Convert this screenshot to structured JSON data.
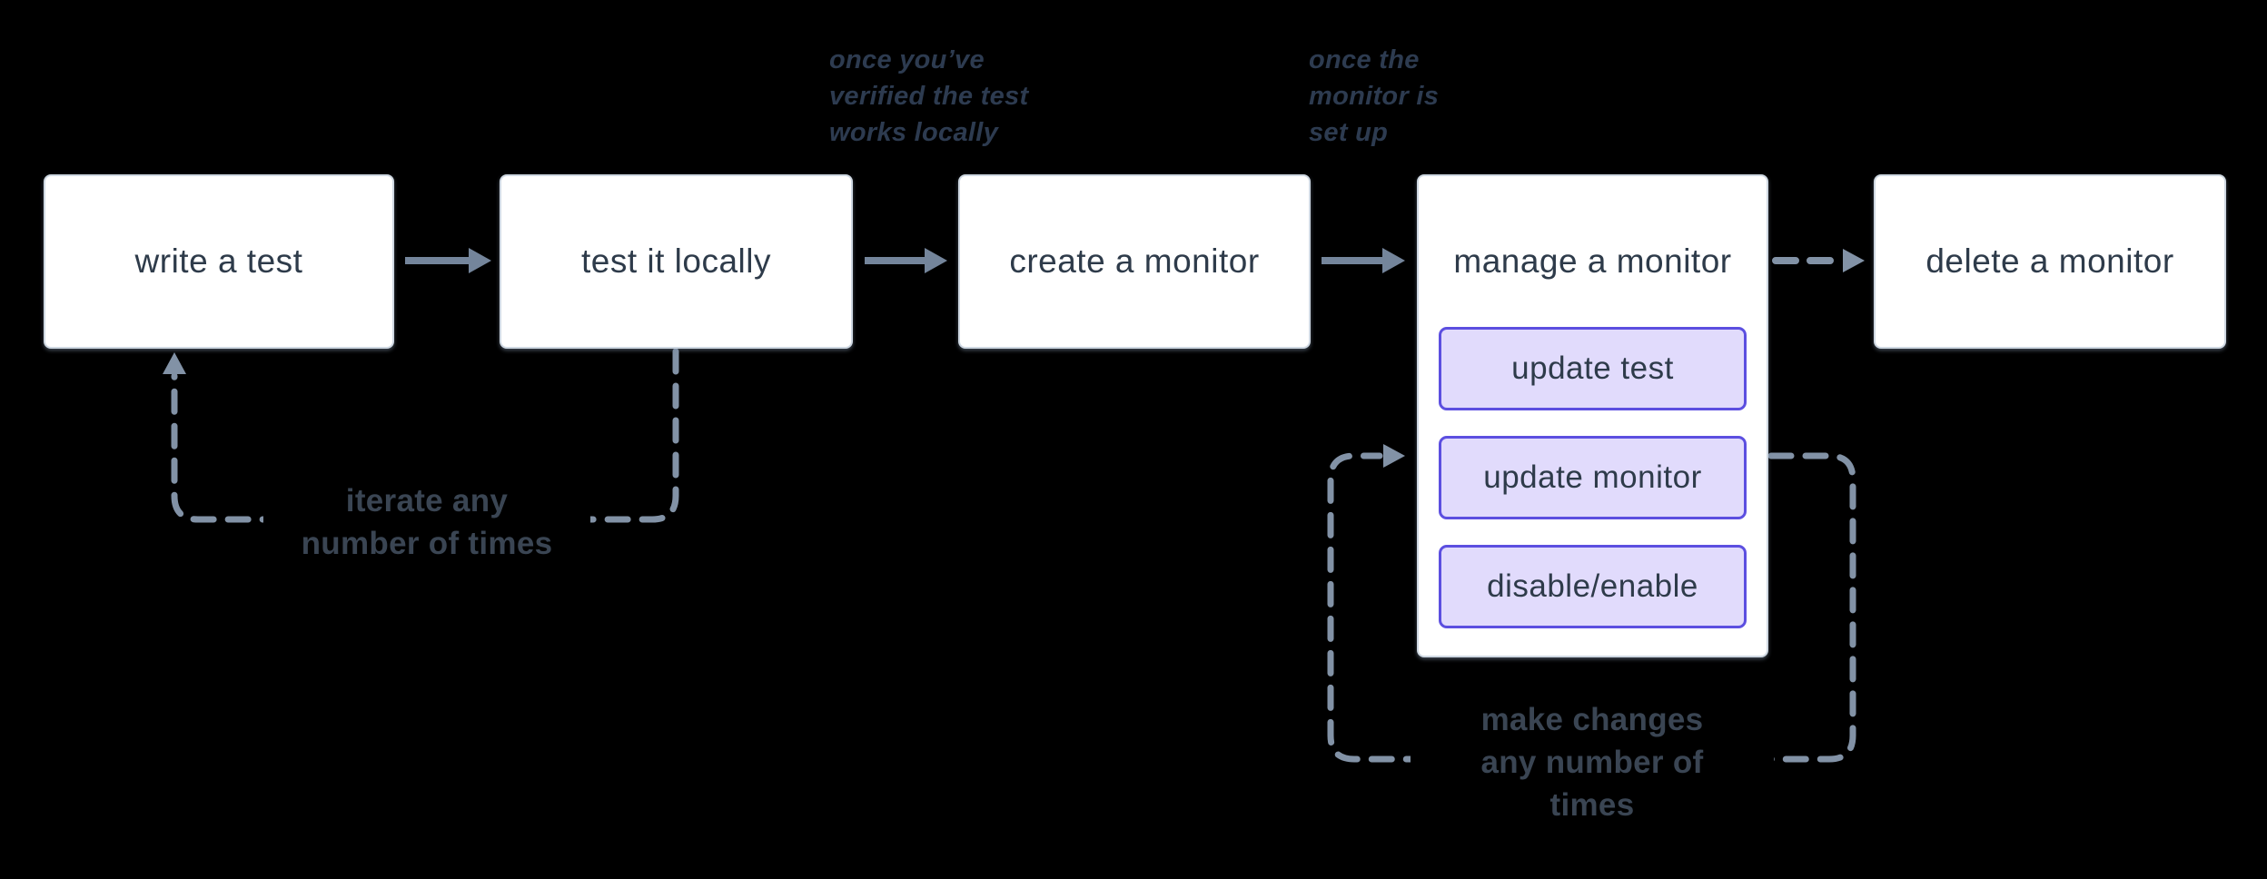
{
  "nodes": {
    "write_test": {
      "label": "write a test"
    },
    "test_locally": {
      "label": "test it locally"
    },
    "create_monitor": {
      "label": "create a monitor"
    },
    "manage_monitor": {
      "label": "manage a monitor",
      "actions": {
        "update_test": "update test",
        "update_monitor": "update monitor",
        "disable_enable": "disable/enable"
      }
    },
    "delete_monitor": {
      "label": "delete a monitor"
    }
  },
  "annotations": {
    "once_verified": {
      "lines": [
        "once you’ve",
        "verified the test",
        "works locally"
      ]
    },
    "once_setup": {
      "lines": [
        "once the",
        "monitor is",
        "set up"
      ]
    },
    "iterate_loop": {
      "lines": [
        "iterate any",
        "number of times"
      ]
    },
    "make_changes_loop": {
      "lines": [
        "make changes",
        "any number of",
        "times"
      ]
    }
  },
  "colors": {
    "background": "#000000",
    "node_fill": "#ffffff",
    "node_border": "#cfd8e2",
    "node_text": "#2e3b4a",
    "action_fill": "#e1dbfc",
    "action_border": "#5c4fe0",
    "arrow_solid": "#74859b",
    "arrow_dashed": "#8292a6",
    "annotation_text": "#2d3b50",
    "caption_text": "#3a4553"
  }
}
